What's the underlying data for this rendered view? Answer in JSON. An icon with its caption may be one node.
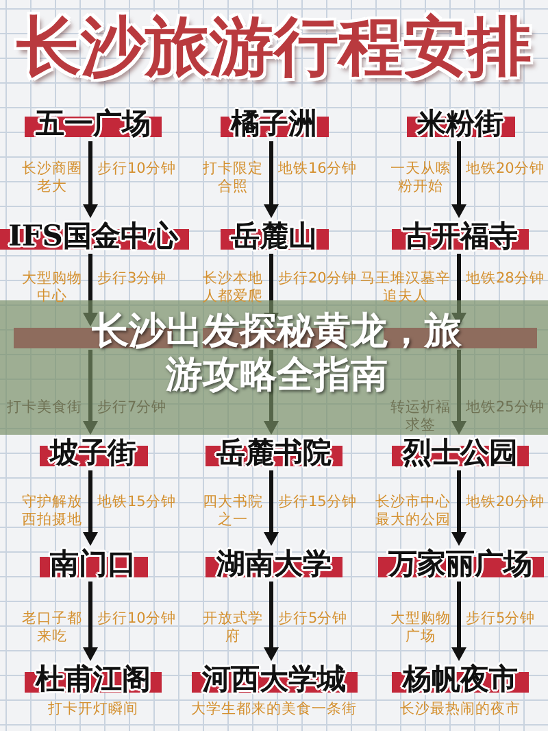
{
  "diagram": {
    "title": "长沙旅游行程安排",
    "caption": "长沙出发探秘黄龙，旅游攻略全指南",
    "nodes": [
      {
        "text": [
          "五一广场"
        ],
        "beside": [
          "长沙商圈老大"
        ]
      },
      {
        "text": [
          "橘子洲"
        ],
        "beside": [
          "打卡限定合照"
        ]
      },
      {
        "text": [
          "米粉街"
        ],
        "beside": [
          "一天从嗦粉开始"
        ]
      },
      {
        "text": [
          "IFS国金中心"
        ],
        "beside": [
          "大型购物中心"
        ]
      },
      {
        "text": [
          "岳麓山"
        ],
        "beside": [
          "长沙本地人都爱爬"
        ]
      },
      {
        "text": [
          "古开福寺"
        ],
        "beside": [
          "马王堆汉墓辛追夫人"
        ]
      },
      {
        "text": [],
        "shape": "bar"
      },
      {
        "text": [],
        "shape": "bar"
      },
      {
        "text": [],
        "shape": "bar"
      },
      {
        "text": [
          "坡子街"
        ],
        "beside": [
          "守护解放西拍摄地"
        ]
      },
      {
        "text": [
          "岳麓书院"
        ],
        "beside": [
          "四大书院之一"
        ]
      },
      {
        "text": [
          "烈士公园"
        ],
        "beside": [
          "长沙市中心最大的公园"
        ]
      },
      {
        "text": [
          "南门口"
        ],
        "beside": [
          "老口子都来吃"
        ]
      },
      {
        "text": [
          "湖南大学"
        ],
        "beside": [
          "开放式学府"
        ]
      },
      {
        "text": [
          "万家丽广场"
        ],
        "beside": [
          "大型购物广场"
        ]
      },
      {
        "text": [
          "杜甫江阁"
        ],
        "beside": [
          "打卡开灯瞬间"
        ]
      },
      {
        "text": [
          "河西大学城"
        ],
        "beside": [
          "大学生都来的美食一条街"
        ]
      },
      {
        "text": [
          "杨帆夜市"
        ],
        "beside": [
          "长沙最热闹的夜市"
        ]
      }
    ],
    "edges": [
      {
        "from": 0,
        "to": 3,
        "arrow": "to",
        "label": "步行10分钟"
      },
      {
        "from": 1,
        "to": 4,
        "arrow": "to",
        "label": "地铁16分钟"
      },
      {
        "from": 2,
        "to": 5,
        "arrow": "to",
        "label": "地铁20分钟"
      },
      {
        "from": 3,
        "to": 6,
        "arrow": "to",
        "label": "步行3分钟"
      },
      {
        "from": 4,
        "to": 7,
        "arrow": "to",
        "label": "步行20分钟"
      },
      {
        "from": 5,
        "to": 8,
        "arrow": "to",
        "label": "地铁28分钟"
      },
      {
        "from": 6,
        "to": 9,
        "arrow": "to",
        "label": "步行7分钟"
      },
      {
        "from": 7,
        "to": 10,
        "arrow": "to"
      },
      {
        "from": 8,
        "to": 11,
        "arrow": "to",
        "label": "地铁25分钟"
      },
      {
        "from": 9,
        "to": 12,
        "arrow": "to",
        "label": "地铁15分钟"
      },
      {
        "from": 10,
        "to": 13,
        "arrow": "to",
        "label": "步行15分钟"
      },
      {
        "from": 11,
        "to": 14,
        "arrow": "to",
        "label": "地铁20分钟"
      },
      {
        "from": 12,
        "to": 15,
        "arrow": "to",
        "label": "步行10分钟"
      },
      {
        "from": 13,
        "to": 16,
        "arrow": "to",
        "label": "步行5分钟"
      },
      {
        "from": 14,
        "to": 17,
        "arrow": "to",
        "label": "步行5分钟"
      }
    ],
    "labels": [
      "打卡美食街",
      "转运祈福求签"
    ]
  }
}
